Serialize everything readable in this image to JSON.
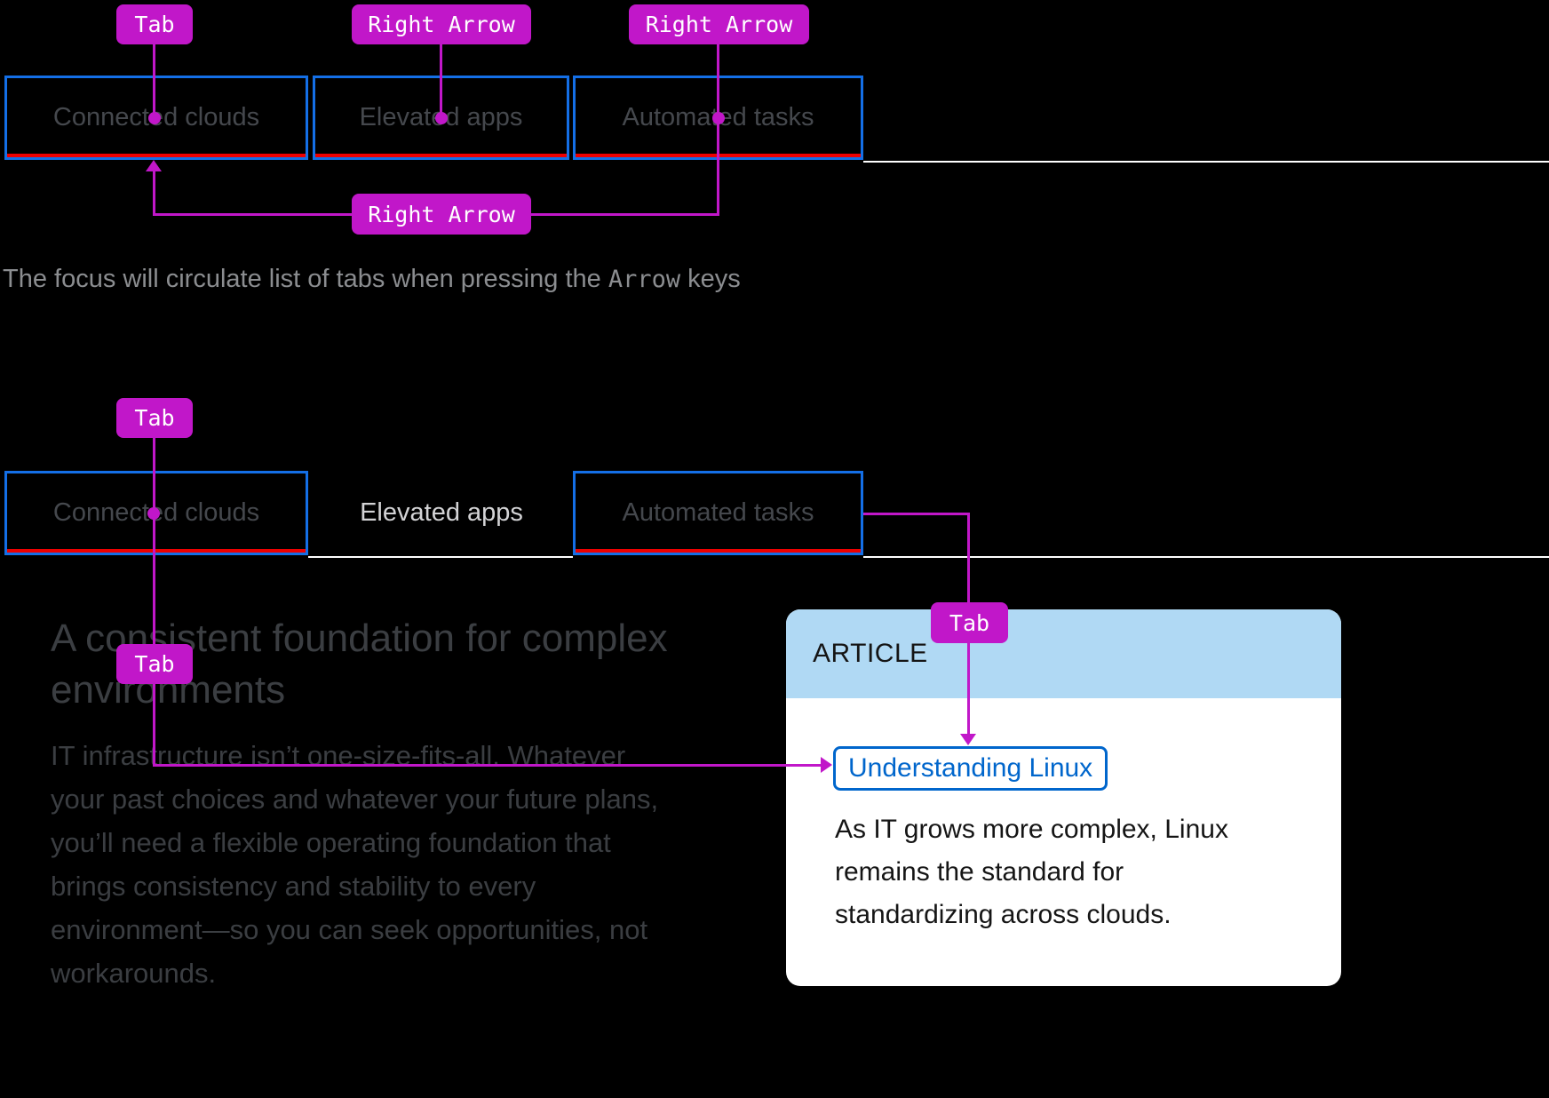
{
  "colors": {
    "background": "#000000",
    "badge_magenta": "#C117C9",
    "focus_blue": "#146FE6",
    "tab_red": "#EE0000",
    "rule_white": "#FFFFFF",
    "tab_text_dim": "#45484D",
    "tab_text_active": "#D3D3D5",
    "heading_text": "#3B3E42",
    "body_text": "#3B3E42",
    "caption_text": "#8B8D90",
    "card_header_bg": "#B0D9F4",
    "card_bg": "#FFFFFF",
    "card_text": "#151515",
    "link_blue": "#0066CC"
  },
  "diagram1": {
    "badges": {
      "tab": "Tab",
      "right_arrow_1": "Right Arrow",
      "right_arrow_2": "Right Arrow",
      "right_arrow_loop": "Right Arrow"
    },
    "tabs": [
      {
        "label": "Connected clouds"
      },
      {
        "label": "Elevated apps"
      },
      {
        "label": "Automated tasks"
      }
    ],
    "caption": {
      "before": "The focus will circulate list of tabs when pressing the ",
      "code": "Arrow",
      "after": " keys"
    }
  },
  "diagram2": {
    "badges": {
      "tab_list": "Tab",
      "tab_panel": "Tab",
      "tab_card": "Tab"
    },
    "tabs": [
      {
        "label": "Connected clouds"
      },
      {
        "label": "Elevated apps"
      },
      {
        "label": "Automated tasks"
      }
    ],
    "panel": {
      "heading": "A consistent foundation for complex environments",
      "paragraph": "IT infrastructure isn’t one-size-fits-all. Whatever your past choices and whatever your future plans, you’ll need a flexible operating foundation that brings consistency and stability to every environment—so you can seek opportunities, not workarounds."
    },
    "card": {
      "kicker": "ARTICLE",
      "link": "Understanding Linux",
      "body": "As IT grows more complex, Linux remains the standard for standardizing across clouds."
    }
  }
}
